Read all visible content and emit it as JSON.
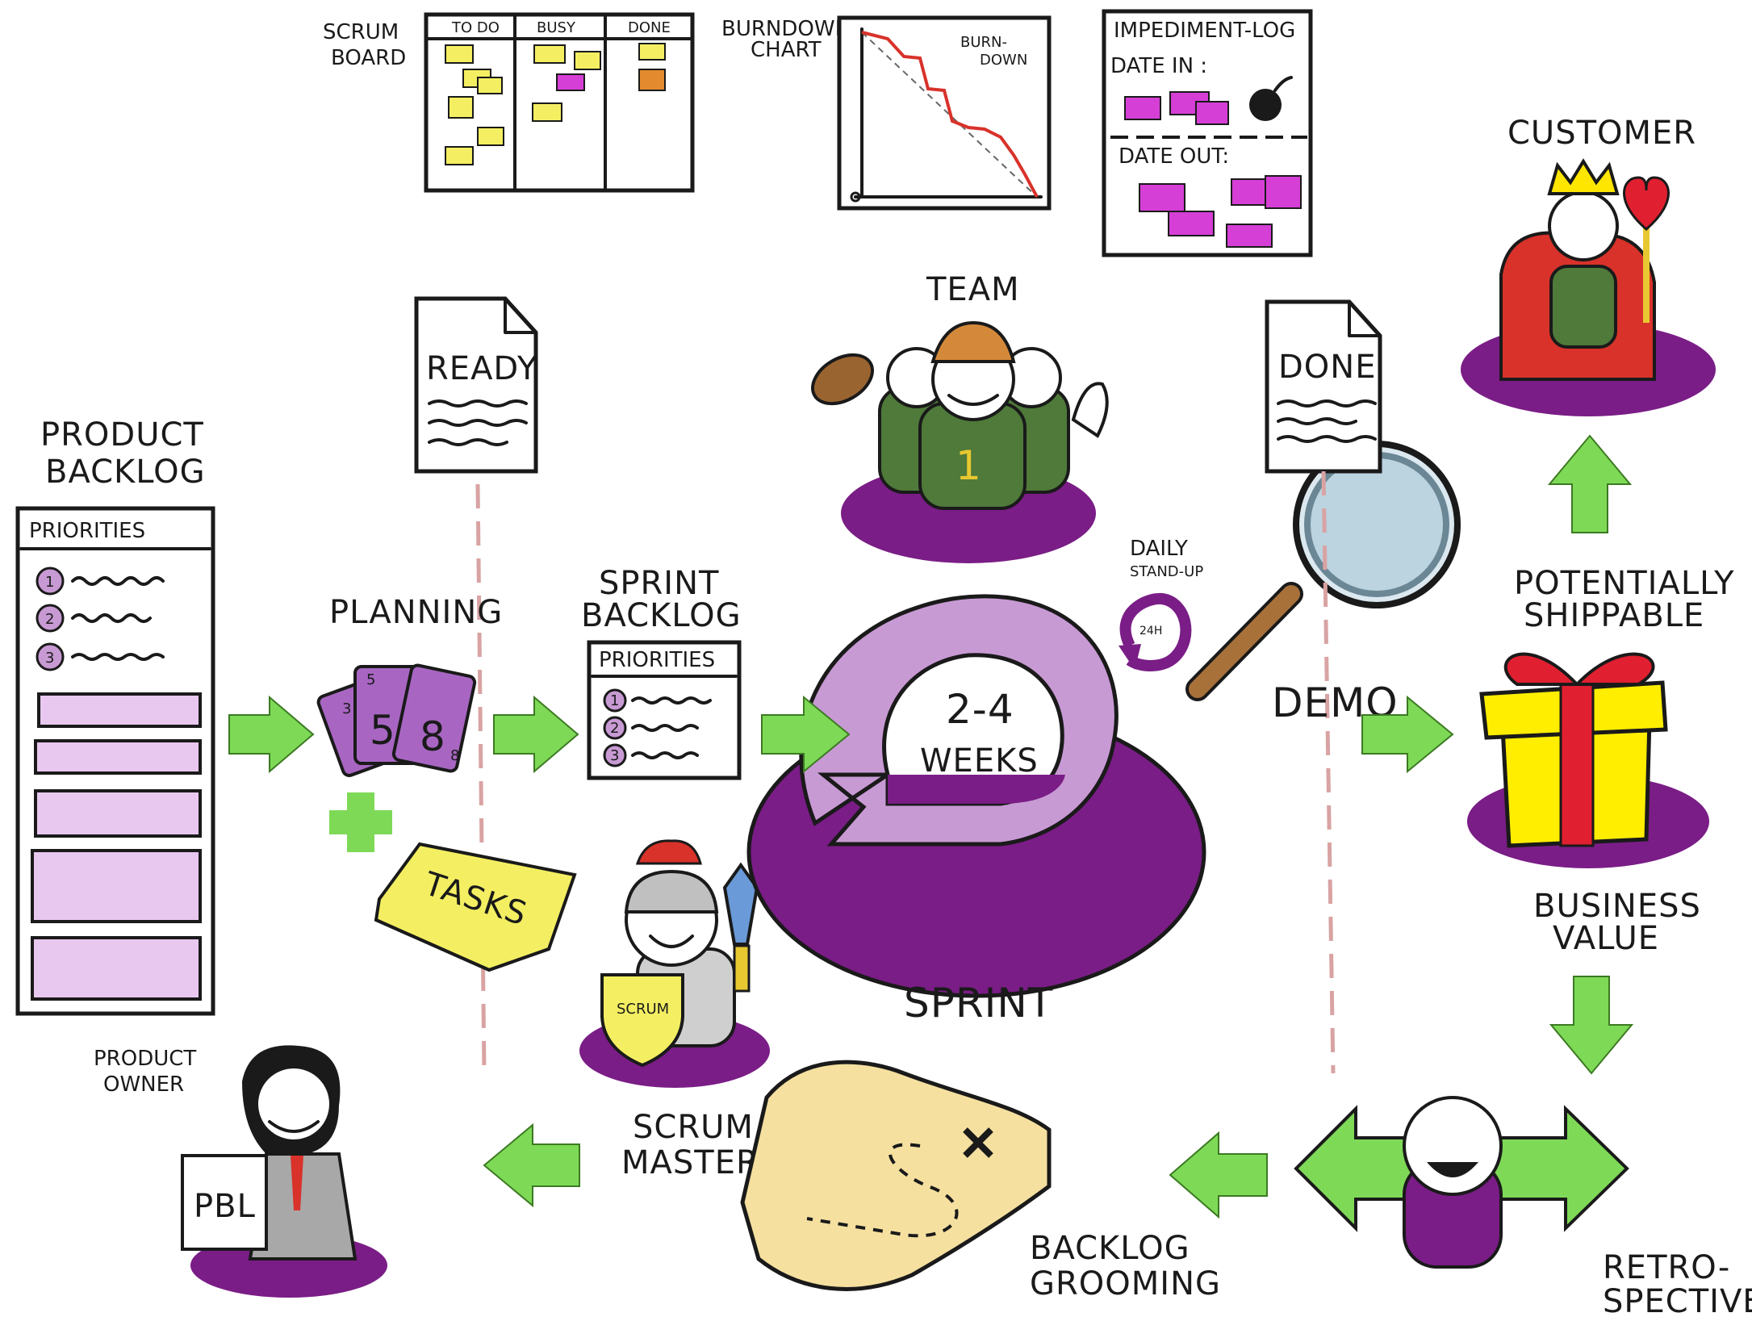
{
  "colors": {
    "purple_base": "#7a1d86",
    "lilac": "#c89ad4",
    "card_purple": "#a866c2",
    "arrow_green": "#7ed957",
    "postit_yellow": "#f4ef62",
    "postit_magenta": "#d63fd6",
    "postit_orange": "#e38a2e",
    "burndown_red": "#d8322a",
    "dashed_pink": "#d9a3a3",
    "gift_yellow": "#ffee00",
    "gift_ribbon": "#e02030",
    "map_parchment": "#f5e0a0"
  },
  "scrum_board": {
    "title": "SCRUM BOARD",
    "columns": [
      "TO DO",
      "BUSY",
      "DONE"
    ]
  },
  "burndown_chart": {
    "title": "BURNDOWN CHART",
    "inner_label": "BURN-DOWN"
  },
  "impediment_log": {
    "title": "IMPEDIMENT-LOG",
    "date_in": "DATE IN :",
    "date_out": "DATE OUT:"
  },
  "customer": {
    "label": "CUSTOMER"
  },
  "team": {
    "label": "TEAM",
    "jersey_number": "1"
  },
  "product_backlog": {
    "title": "PRODUCT BACKLOG",
    "header": "PRIORITIES",
    "items": [
      "1",
      "2",
      "3"
    ]
  },
  "ready_doc": {
    "label": "READY"
  },
  "done_doc": {
    "label": "DONE"
  },
  "planning": {
    "label": "PLANNING",
    "cards": [
      "3",
      "5",
      "8"
    ],
    "big_card_1": "5",
    "big_card_2": "8"
  },
  "tasks": {
    "label": "TASKS"
  },
  "sprint_backlog": {
    "title": "SPRINT BACKLOG",
    "header": "PRIORITIES",
    "items": [
      "1",
      "2",
      "3"
    ]
  },
  "sprint": {
    "duration": "2-4",
    "unit": "WEEKS",
    "label": "SPRINT"
  },
  "daily_standup": {
    "label": "DAILY STAND-UP",
    "clock": "24H"
  },
  "demo": {
    "label": "DEMO"
  },
  "potentially_shippable": {
    "label": "POTENTIALLY SHIPPABLE"
  },
  "business_value": {
    "label": "BUSINESS VALUE"
  },
  "scrum_master": {
    "label": "SCRUM MASTER",
    "shield": "SCRUM"
  },
  "product_owner": {
    "label": "PRODUCT OWNER",
    "sign": "PBL"
  },
  "backlog_grooming": {
    "label": "BACKLOG GROOMING"
  },
  "retrospective": {
    "label": "RETRO-SPECTIVE"
  }
}
